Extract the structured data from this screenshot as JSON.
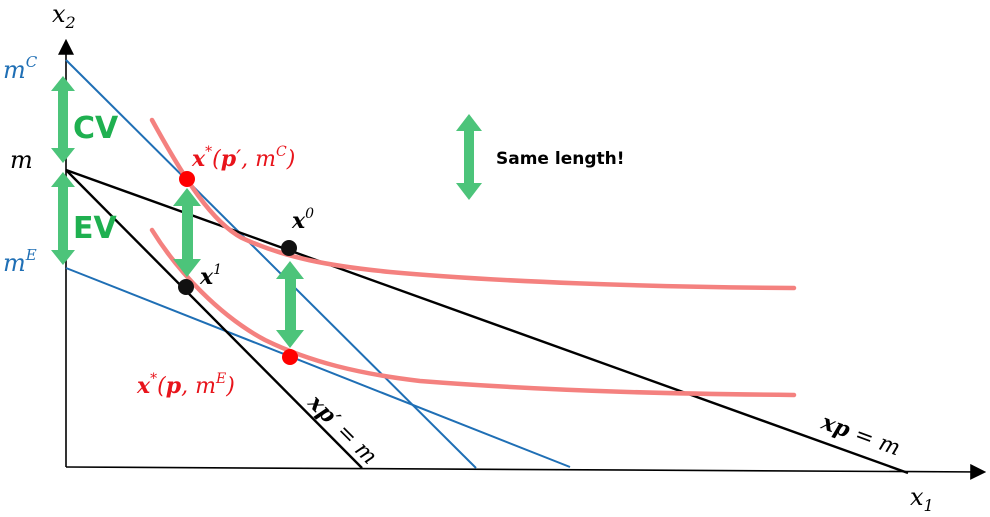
{
  "axes": {
    "x_label": "x",
    "x_sub": "1",
    "y_label": "x",
    "y_sub": "2"
  },
  "income_labels": {
    "mC": {
      "base": "m",
      "sup": "C"
    },
    "m": "m",
    "mE": {
      "base": "m",
      "sup": "E"
    }
  },
  "arrows": {
    "cv_label": "CV",
    "ev_label": "EV",
    "legend_text": "Same length!"
  },
  "points": {
    "x0": {
      "base": "x",
      "sup": "0"
    },
    "x1": {
      "base": "x",
      "sup": "1"
    },
    "hicks_new": {
      "base": "x",
      "star": "*",
      "open": "(",
      "p": "p",
      "prime": "′",
      "sep": ", ",
      "m": "m",
      "sup": "C",
      "close": ")"
    },
    "hicks_old": {
      "base": "x",
      "star": "*",
      "open": "(",
      "p": "p",
      "sep": ", ",
      "m": "m",
      "sup": "E",
      "close": ")"
    }
  },
  "budget_lines": {
    "old": {
      "x": "x",
      "p": "p",
      "rest": " = m"
    },
    "new": {
      "x": "x",
      "p": "p",
      "prime": "′",
      "rest": " = m"
    }
  },
  "colors": {
    "axis": "#000000",
    "budget": "#000000",
    "compensated": "#1f6fb5",
    "indifference": "#f4817f",
    "optimum": "#111111",
    "hicksian": "#ff0000",
    "arrow": "#4cc47a",
    "arrow_text": "#1fb050",
    "label_blue": "#1f6fb5"
  }
}
